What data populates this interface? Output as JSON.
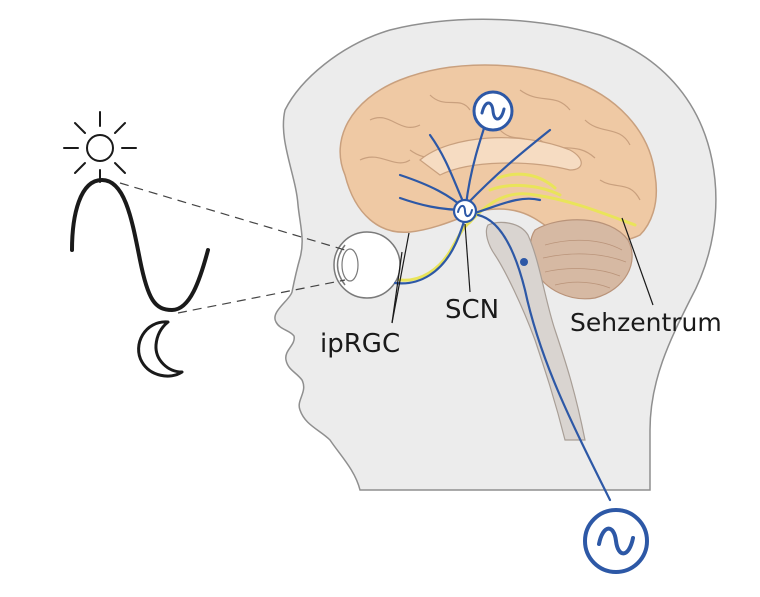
{
  "labels": {
    "iprgc": "ipRGC",
    "scn": "SCN",
    "visual_center": "Sehzentrum"
  },
  "icons": {
    "sun": "sun-icon",
    "moon": "crescent-moon-icon",
    "oscillator": "sine-wave-oscillator-icon"
  },
  "colors": {
    "nerve": "#2d58a6",
    "visual_pathway": "#e9e45a",
    "brain": "#efc9a4",
    "brain_outline": "#c9a07e",
    "cerebellum": "#d6b9a3",
    "head_fill": "#ececec",
    "head_outline": "#8f8f8f",
    "ink": "#1a1a1a"
  }
}
